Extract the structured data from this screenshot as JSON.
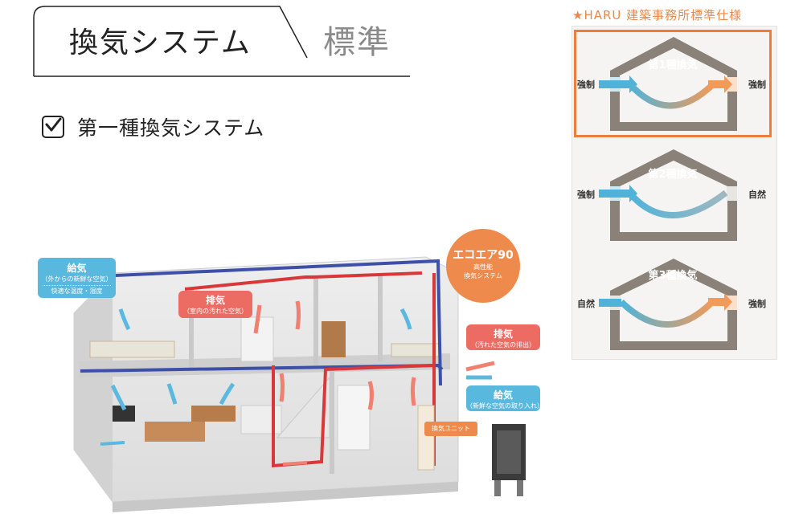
{
  "header": {
    "title": "換気システム",
    "subtitle": "標準"
  },
  "section": {
    "heading": "第一種換気システム"
  },
  "spec": {
    "title": "★HARU 建築事務所標準仕様",
    "types": [
      {
        "name": "第1種換気",
        "intake": "強制",
        "exhaust": "強制",
        "highlighted": true
      },
      {
        "name": "第2種換気",
        "intake": "強制",
        "exhaust": "自然",
        "highlighted": false
      },
      {
        "name": "第3種換気",
        "intake": "自然",
        "exhaust": "強制",
        "highlighted": false
      }
    ]
  },
  "illustration": {
    "supply_in": {
      "title": "給気",
      "sub1": "（外からの新鮮な空気）",
      "sub2": "快適な温度・湿度"
    },
    "exhaust_in": {
      "title": "排気",
      "sub": "（室内の汚れた空気）"
    },
    "exhaust_out": {
      "title": "排気",
      "sub": "（汚れた空気の排出）"
    },
    "supply_out": {
      "title": "給気",
      "sub": "（新鮮な空気の取り入れ）"
    },
    "eco": {
      "name": "エコエア90",
      "line1": "高性能",
      "line2": "換気システム"
    },
    "unit": "換気ユニット"
  },
  "colors": {
    "accent_orange": "#ee7d3b",
    "supply_blue": "#4fb3d9",
    "exhaust_red": "#e05a5a",
    "house_gray": "#8a8178"
  }
}
